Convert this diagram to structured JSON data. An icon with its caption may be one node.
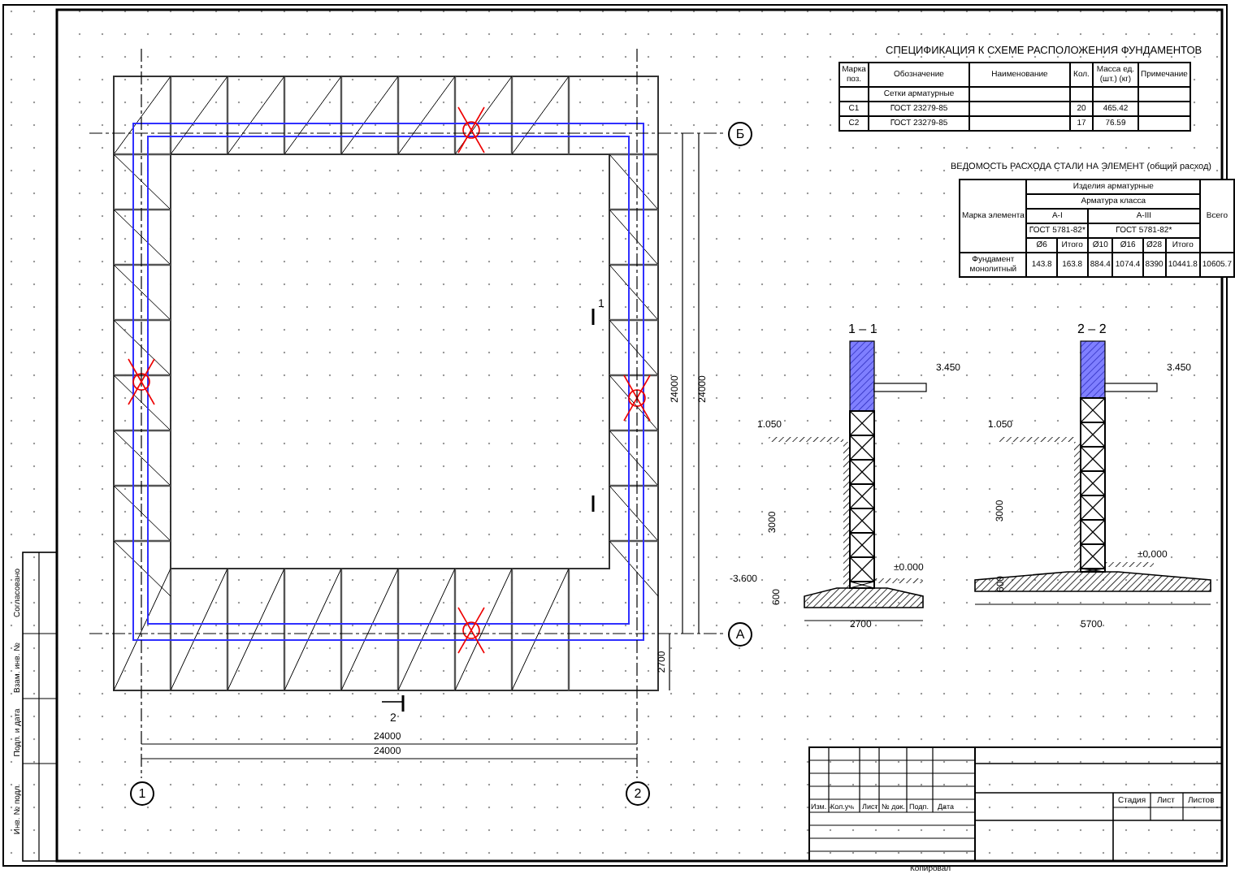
{
  "diagram": {
    "nodes": [
      {
        "text": [
          "1"
        ]
      },
      {
        "text": [
          "2"
        ]
      },
      {
        "text": [
          "Б"
        ]
      },
      {
        "text": [
          "А"
        ]
      }
    ],
    "labels": [
      "СПЕЦИФИКАЦИЯ К СХЕМЕ РАСПОЛОЖЕНИЯ ФУНДАМЕНТОВ",
      "Марка поз.",
      "Обозначение",
      "Наименование",
      "Кол.",
      "Масса ед. (шт.) (кг)",
      "Примечание",
      "Сетки арматурные",
      "С1",
      "ГОСТ 23279-85",
      "20",
      "465.42",
      "С2",
      "ГОСТ 23279-85",
      "17",
      "76.59",
      "ВЕДОМОСТЬ РАСХОДА СТАЛИ НА ЭЛЕМЕНТ (общий расход)",
      "Изделия арматурные",
      "Марка элемента",
      "Всего",
      "Арматура класса",
      "А-I",
      "А-III",
      "ГОСТ 5781-82*",
      "ГОСТ 5781-82*",
      "Ø6",
      "Итого",
      "Ø10",
      "Ø16",
      "Ø28",
      "Итого",
      "Фундамент монолитный",
      "143.8",
      "163.8",
      "884.4",
      "1074.4",
      "8390",
      "10441.8",
      "10605.7",
      "1 – 1",
      "2 – 2",
      "3.450",
      "1.050",
      "±0.000",
      "-3.600",
      "3000",
      "600",
      "2700",
      "3.450",
      "1.050",
      "±0.000",
      "3000",
      "600",
      "5700",
      "24000",
      "24000",
      "2700",
      "24000",
      "24000",
      "2",
      "1",
      "Изм.",
      "Кол.уч.",
      "Лист",
      "№ док.",
      "Подп.",
      "Дата",
      "Стадия",
      "Лист",
      "Листов",
      "Копировал",
      "Согласовано",
      "Взам. инв. №",
      "Подп. и дата",
      "Инв. № подл."
    ]
  }
}
